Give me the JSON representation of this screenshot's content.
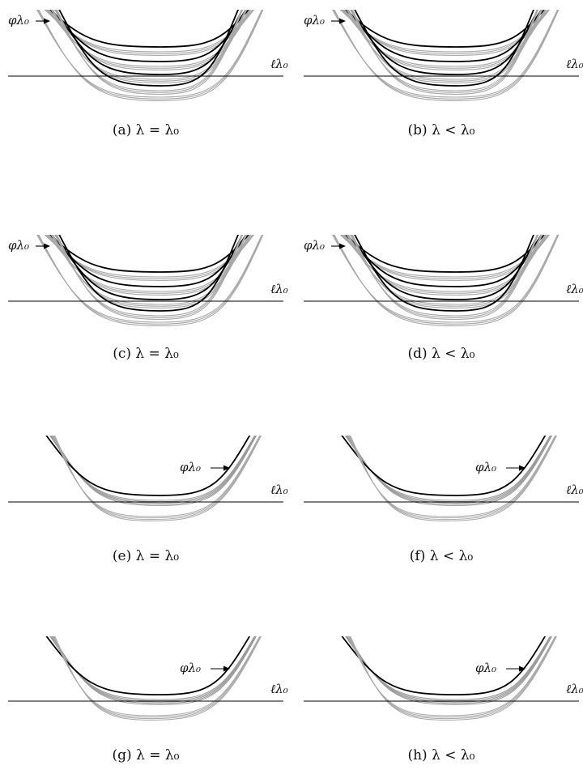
{
  "panels": [
    {
      "id": "a",
      "caption": "(a) λ = λ₀",
      "curve_label": "φλ₀",
      "line_label": "ℓλ₀",
      "variant": "multi-black-left"
    },
    {
      "id": "b",
      "caption": "(b) λ < λ₀",
      "curve_label": "φλ₀",
      "line_label": "ℓλ₀",
      "variant": "multi-black-left"
    },
    {
      "id": "c",
      "caption": "(c) λ = λ₀",
      "curve_label": "φλ₀",
      "line_label": "ℓλ₀",
      "variant": "multi-black-left"
    },
    {
      "id": "d",
      "caption": "(d) λ < λ₀",
      "curve_label": "φλ₀",
      "line_label": "ℓλ₀",
      "variant": "multi-black-left"
    },
    {
      "id": "e",
      "caption": "(e) λ = λ₀",
      "curve_label": "φλ₀",
      "line_label": "ℓλ₀",
      "variant": "single-black-right"
    },
    {
      "id": "f",
      "caption": "(f) λ < λ₀",
      "curve_label": "φλ₀",
      "line_label": "ℓλ₀",
      "variant": "single-black-right"
    },
    {
      "id": "g",
      "caption": "(g) λ = λ₀",
      "curve_label": "φλ₀",
      "line_label": "ℓλ₀",
      "variant": "single-black-right"
    },
    {
      "id": "h",
      "caption": "(h) λ < λ₀",
      "curve_label": "φλ₀",
      "line_label": "ℓλ₀",
      "variant": "single-black-right"
    }
  ],
  "colors": {
    "black_curve": "#000000",
    "gray_curve": "#a8a8a8",
    "line": "#000000"
  }
}
